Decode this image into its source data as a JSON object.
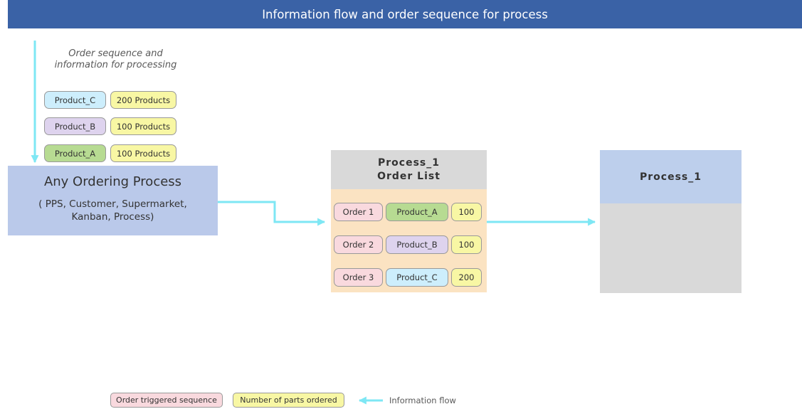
{
  "title": "Information flow and order sequence for process",
  "annotation": {
    "line1": "Order sequence and",
    "line2": "information for processing"
  },
  "incoming_orders": [
    {
      "product": "Product_C",
      "quantity": "200 Products"
    },
    {
      "product": "Product_B",
      "quantity": "100 Products"
    },
    {
      "product": "Product_A",
      "quantity": "100 Products"
    }
  ],
  "ordering_process": {
    "title": "Any Ordering Process",
    "subtitle_line1": "( PPS, Customer, Supermarket,",
    "subtitle_line2": "Kanban, Process)"
  },
  "order_list": {
    "title_line1": "Process_1",
    "title_line2": "Order List",
    "rows": [
      {
        "order": "Order 1",
        "product": "Product_A",
        "quantity": "100"
      },
      {
        "order": "Order 2",
        "product": "Product_B",
        "quantity": "100"
      },
      {
        "order": "Order 3",
        "product": "Product_C",
        "quantity": "200"
      }
    ]
  },
  "process": {
    "title": "Process_1"
  },
  "legend": {
    "order_sequence_label": "Order triggered sequence",
    "parts_ordered_label": "Number of parts ordered",
    "information_flow_label": "Information flow"
  },
  "colors": {
    "title_bar_blue": "#3a62a6",
    "process_header_blue": "#bdcfec",
    "ordering_box_blue": "#bac9ea",
    "neutral_gray": "#d9d9d9",
    "order_list_body_peach": "#fbe3c2",
    "order_pink": "#f9d9de",
    "product_a_green": "#b7db92",
    "product_b_purple": "#ded3ee",
    "product_c_blue": "#cdeefc",
    "quantity_yellow": "#f8f7a4",
    "flow_arrow_cyan": "#7ee7f4"
  }
}
